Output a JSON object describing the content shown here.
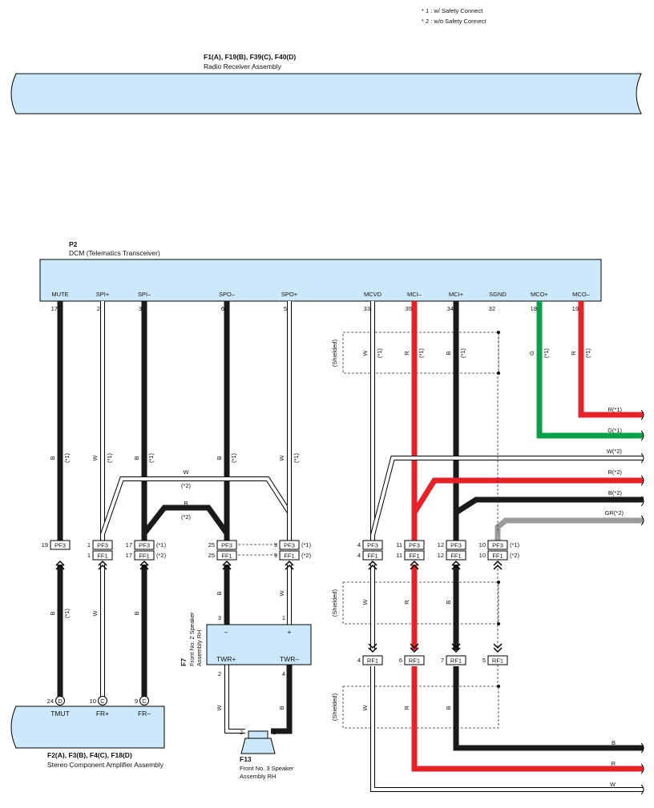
{
  "notes": [
    "* 1 : w/ Safety Connect",
    "* 2 : w/o Safety Connect"
  ],
  "radio": {
    "code": "F1(A), F19(B), F39(C), F40(D)",
    "name": "Radio Receiver Assembly"
  },
  "dcm": {
    "code": "P2",
    "name": "DCM (Telematics Transceiver)",
    "pins": [
      {
        "label": "MUTE",
        "num": "17"
      },
      {
        "label": "SPI+",
        "num": "2"
      },
      {
        "label": "SPI–",
        "num": "3"
      },
      {
        "label": "SPO–",
        "num": "6"
      },
      {
        "label": "SPO+",
        "num": "5"
      },
      {
        "label": "MCVD",
        "num": "33"
      },
      {
        "label": "MCI–",
        "num": "35"
      },
      {
        "label": "MCI+",
        "num": "34"
      },
      {
        "label": "SGND",
        "num": "32"
      },
      {
        "label": "MCO+",
        "num": "18"
      },
      {
        "label": "MCO–",
        "num": "19"
      }
    ]
  },
  "shielded": "(Shielded)",
  "mark1": "(*1)",
  "mark2": "(*2)",
  "colors": {
    "B": "B",
    "W": "W",
    "R": "R",
    "G": "G",
    "black": "#1a1a1a",
    "red": "#e8202a",
    "green": "#0aa04b",
    "gray": "#9b9b9b",
    "box": "#cce9fb"
  },
  "wire_out": [
    "R(*1)",
    "G(*1)",
    "W(*2)",
    "R(*2)",
    "B(*2)",
    "GR(*2)"
  ],
  "bottom_out": [
    "B",
    "R",
    "W"
  ],
  "junctions": {
    "pf3": "PF3",
    "ff1": "FF1",
    "rf1": "RF1",
    "rows": [
      {
        "a": "19"
      },
      {
        "a": "1",
        "b": "1"
      },
      {
        "a": "17",
        "b": "17"
      },
      {
        "a": "25",
        "b": "25"
      },
      {
        "a": "9",
        "b": "9"
      },
      {
        "a": "4",
        "b": "4"
      },
      {
        "a": "11",
        "b": "11"
      },
      {
        "a": "12",
        "b": "12"
      },
      {
        "a": "10",
        "b": "10"
      }
    ],
    "rf_pins": [
      "4",
      "6",
      "7",
      "5"
    ]
  },
  "b_label": "B",
  "w_label": "W",
  "speaker2": {
    "code": "F7",
    "name1": "Front No. 2 Speaker",
    "name2": "Assembly RH",
    "minus": "–",
    "plus": "+",
    "twrp": "TWR+",
    "twrm": "TWR–",
    "p3": "3",
    "p1": "1",
    "p2": "2",
    "p4": "4"
  },
  "speaker3": {
    "code": "F13",
    "name1": "Front No. 3 Speaker",
    "name2": "Assembly RH",
    "p2": "2",
    "p1": "1"
  },
  "amp": {
    "code": "F2(A), F3(B), F4(C), F18(D)",
    "name": "Stereo Component Amplifier Assembly",
    "pins": [
      {
        "num": "24",
        "con": "D",
        "label": "TMUT"
      },
      {
        "num": "10",
        "con": "C",
        "label": "FR+"
      },
      {
        "num": "9",
        "con": "C",
        "label": "FR–"
      }
    ]
  }
}
